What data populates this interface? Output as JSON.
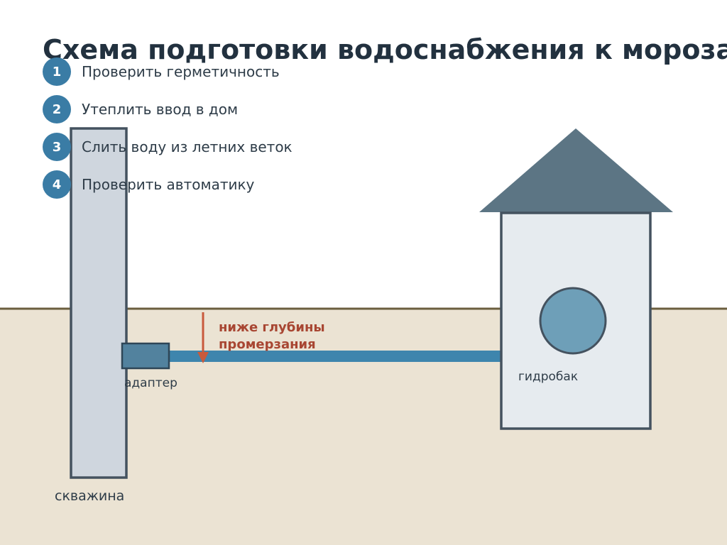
{
  "title": "Схема подготовки водоснабжения к морозам",
  "steps": [
    {
      "number": "1",
      "text": "Проверить герметичность"
    },
    {
      "number": "2",
      "text": "Утеплить ввод в дом"
    },
    {
      "number": "3",
      "text": "Слить воду из летних веток"
    },
    {
      "number": "4",
      "text": "Проверить автоматику"
    }
  ],
  "labels": {
    "well": "скважина",
    "adapter": "адаптер",
    "tank": "гидробак",
    "depth_note": "ниже глубины промерзания"
  },
  "colors": {
    "ground": "#ebe3d3",
    "ground_line": "#6b5e3e",
    "well_fill": "#cfd6de",
    "outline": "#44525f",
    "pipe": "#3e85ad",
    "adapter": "#52829e",
    "house_wall": "#e6ebef",
    "roof": "#5c7584",
    "tank": "#6e9fb8",
    "arrow": "#c85a3c",
    "step_circle": "#3a7ca5"
  }
}
